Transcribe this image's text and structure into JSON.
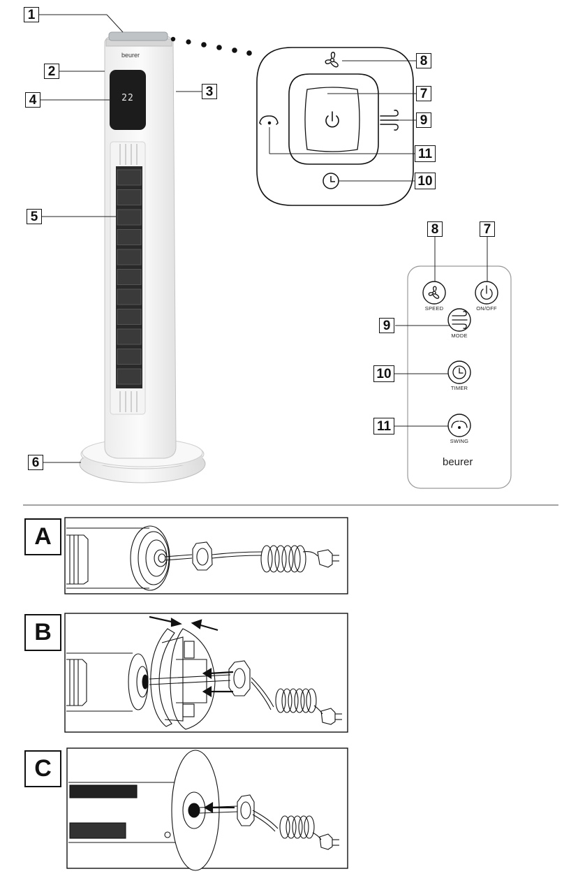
{
  "tower_fan": {
    "brand": "beurer",
    "display_value": "22",
    "labels": {
      "top": "1",
      "front": "2",
      "side": "3",
      "display": "4",
      "grille": "5",
      "base": "6"
    }
  },
  "control_panel": {
    "labels": {
      "power": "7",
      "speed": "8",
      "mode": "9",
      "timer": "10",
      "swing": "11"
    }
  },
  "remote": {
    "brand": "beurer",
    "buttons": {
      "speed": "SPEED",
      "on_off": "ON/OFF",
      "mode": "MODE",
      "timer": "TIMER",
      "swing": "SWING"
    },
    "labels": {
      "speed": "8",
      "power": "7",
      "mode": "9",
      "timer": "10",
      "swing": "11"
    }
  },
  "steps": [
    "A",
    "B",
    "C"
  ]
}
